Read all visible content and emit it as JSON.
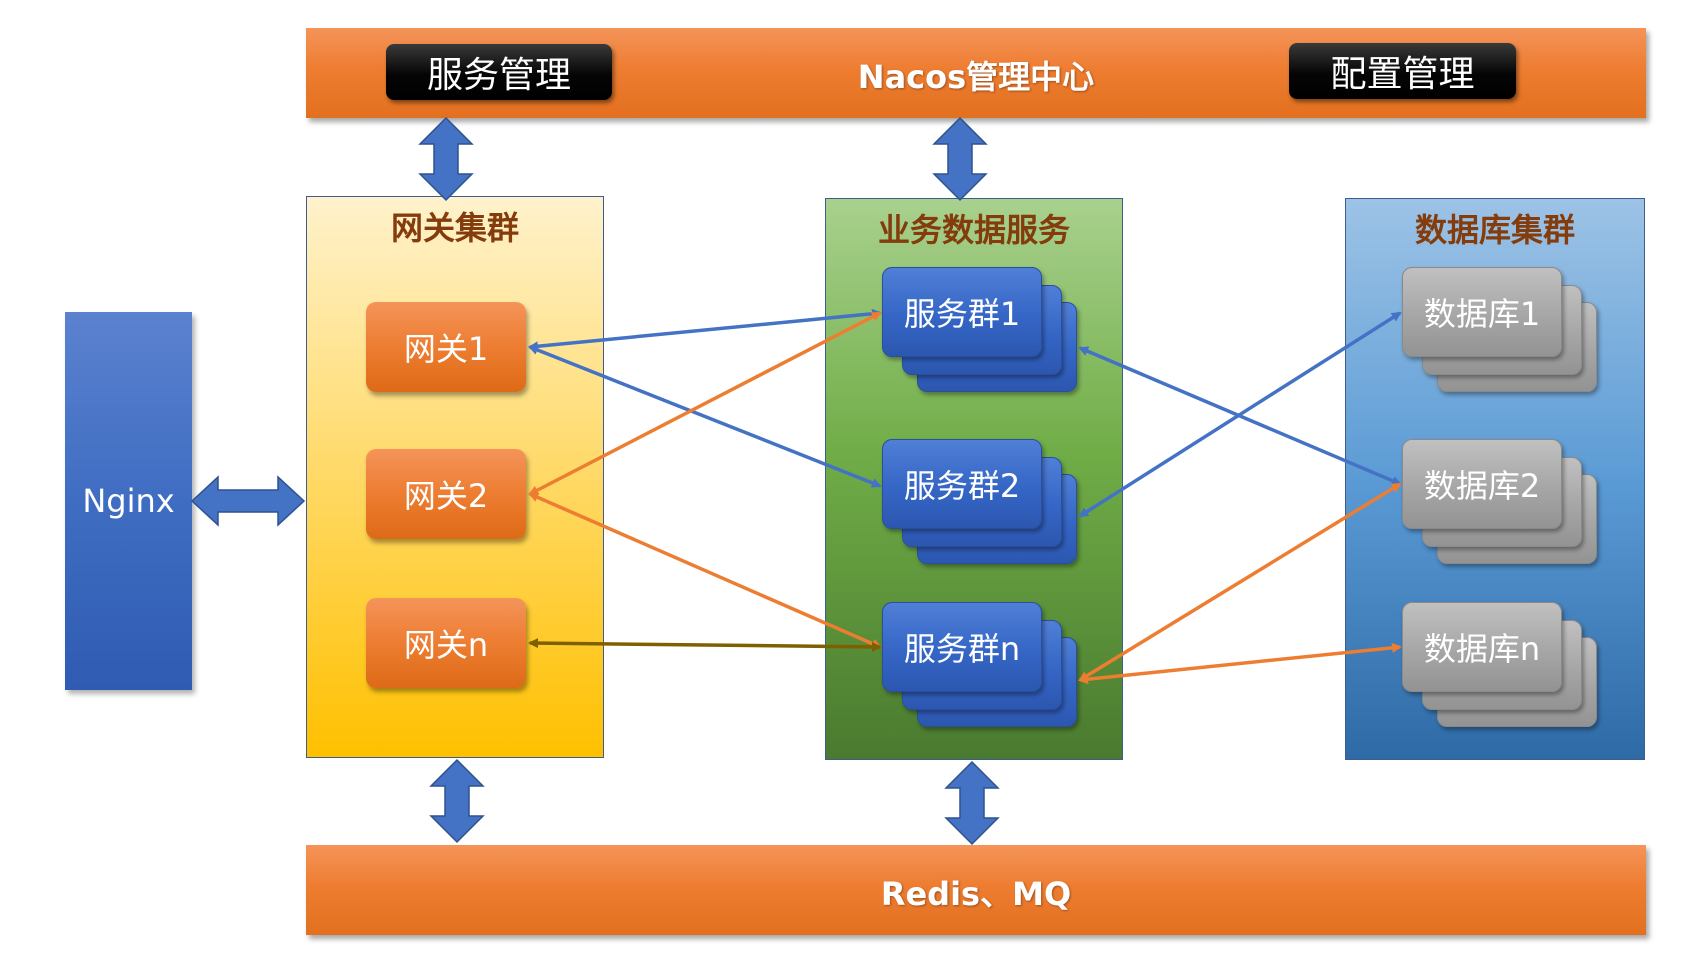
{
  "nacos_bar": {
    "title": "Nacos管理中心",
    "service_mgmt": "服务管理",
    "config_mgmt": "配置管理"
  },
  "nginx": {
    "label": "Nginx"
  },
  "gateway_cluster": {
    "title": "网关集群",
    "nodes": [
      "网关1",
      "网关2",
      "网关n"
    ]
  },
  "service_cluster": {
    "title": "业务数据服务",
    "nodes": [
      "服务群1",
      "服务群2",
      "服务群n"
    ]
  },
  "db_cluster": {
    "title": "数据库集群",
    "nodes": [
      "数据库1",
      "数据库2",
      "数据库n"
    ]
  },
  "bottom_bar": {
    "title": "Redis、MQ"
  },
  "colors": {
    "blue_arrow": "#4472c4",
    "orange_arrow": "#ed7d31",
    "brown_arrow": "#7f6000",
    "title_text": "#843c0c"
  }
}
